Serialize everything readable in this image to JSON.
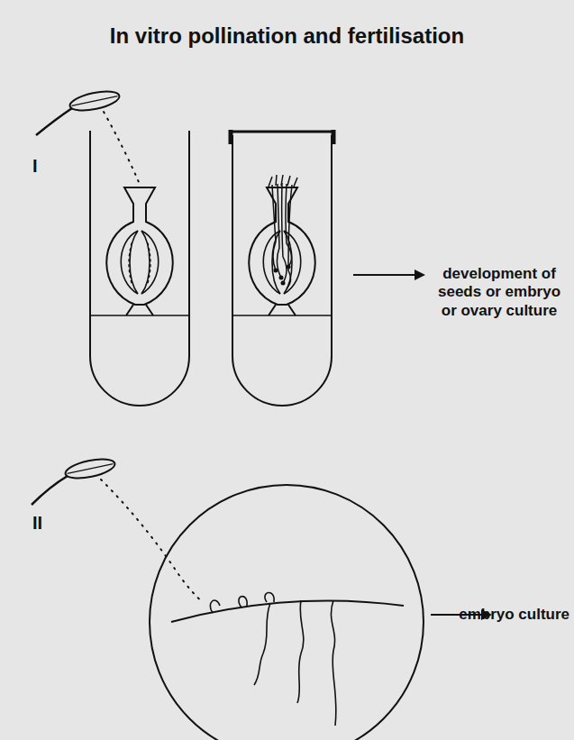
{
  "diagram": {
    "title": "In vitro pollination and fertilisation",
    "labels": [
      "I",
      "development of seeds or embryo or ovary culture",
      "II",
      "embryo culture"
    ]
  }
}
